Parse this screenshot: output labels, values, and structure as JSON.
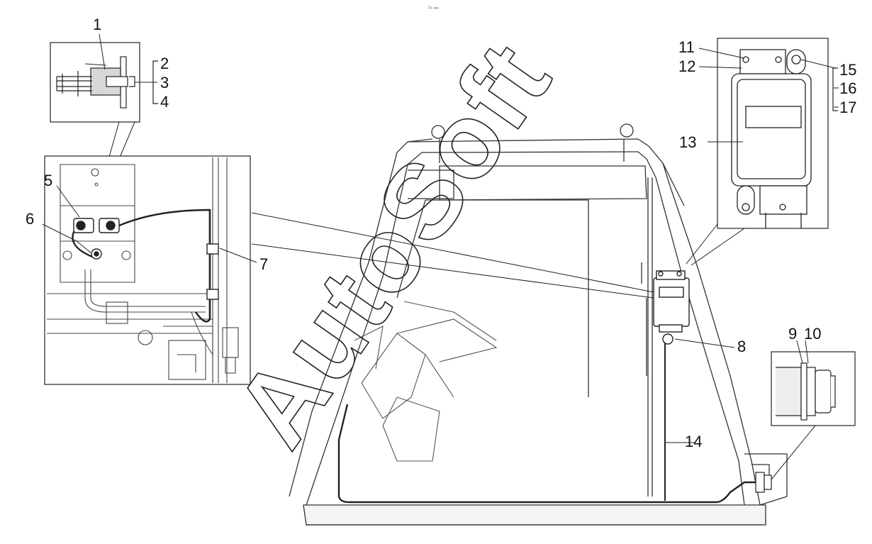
{
  "image_code": "□₀ ₒₒₒ",
  "watermark": "AutoSoft",
  "callouts": [
    {
      "id": "c1",
      "text": "1"
    },
    {
      "id": "c2",
      "text": "2"
    },
    {
      "id": "c3",
      "text": "3"
    },
    {
      "id": "c4",
      "text": "4"
    },
    {
      "id": "c5",
      "text": "5"
    },
    {
      "id": "c6",
      "text": "6"
    },
    {
      "id": "c7",
      "text": "7"
    },
    {
      "id": "c8",
      "text": "8"
    },
    {
      "id": "c9",
      "text": "9"
    },
    {
      "id": "c10",
      "text": "10"
    },
    {
      "id": "c11",
      "text": "11"
    },
    {
      "id": "c12",
      "text": "12"
    },
    {
      "id": "c13",
      "text": "13"
    },
    {
      "id": "c14",
      "text": "14"
    },
    {
      "id": "c15",
      "text": "15"
    },
    {
      "id": "c16",
      "text": "16"
    },
    {
      "id": "c17",
      "text": "17"
    }
  ]
}
